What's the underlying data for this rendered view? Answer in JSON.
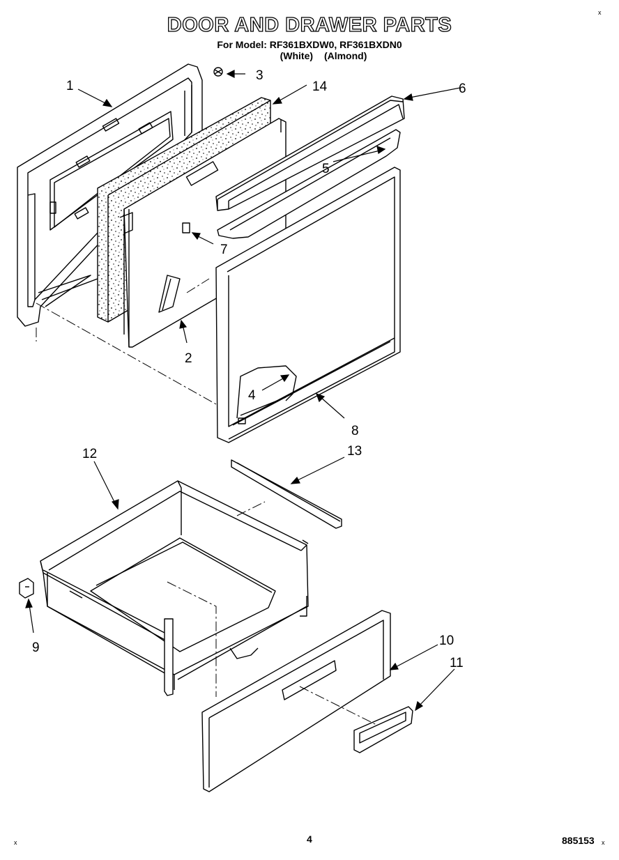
{
  "header": {
    "title": "DOOR AND DRAWER PARTS",
    "model_line": "For Model: RF361BXDW0, RF361BXDN0",
    "color_white": "(White)",
    "color_almond": "(Almond)"
  },
  "callouts": {
    "c1": "1",
    "c2": "2",
    "c3": "3",
    "c4": "4",
    "c5": "5",
    "c6": "6",
    "c7": "7",
    "c8": "8",
    "c9": "9",
    "c10": "10",
    "c11": "11",
    "c12": "12",
    "c13": "13",
    "c14": "14"
  },
  "footer": {
    "page_number": "4",
    "document_code": "885153",
    "corner_mark": "x"
  }
}
